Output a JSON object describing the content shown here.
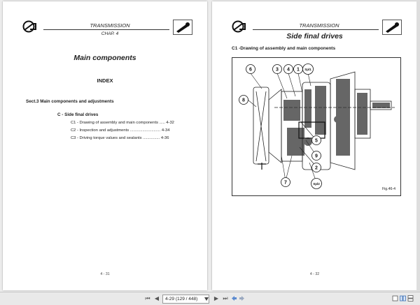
{
  "left_page": {
    "header": {
      "title": "TRANSMISSION",
      "subtitle": "CHAP. 4"
    },
    "main_title": "Main components",
    "index_label": "INDEX",
    "section": "Sect.3   Main components and adjustments",
    "subsection": "C - Side final drives",
    "toc": [
      "C1 - Drawing of assembly and main components ..... 4-32",
      "C2 - Inspection and adjustments ........................... 4-34",
      "C3 - Driving torque values and sealants ............... 4-36"
    ],
    "page_number": "4 - 31"
  },
  "right_page": {
    "header": {
      "title": "TRANSMISSION"
    },
    "main_title": "Side final drives",
    "section": "C1 -Drawing of assembly and main components",
    "figure": {
      "callouts": [
        "6",
        "3",
        "4",
        "1",
        "Spl1",
        "8",
        "5",
        "9",
        "2",
        "7",
        "Spl2"
      ],
      "label": "Fig.46-4"
    },
    "page_number": "4 - 32"
  },
  "toolbar": {
    "first": "⏮",
    "prev": "◀",
    "page_display": "4-29 (129 / 448)",
    "next": "▶",
    "last": "⏭"
  }
}
